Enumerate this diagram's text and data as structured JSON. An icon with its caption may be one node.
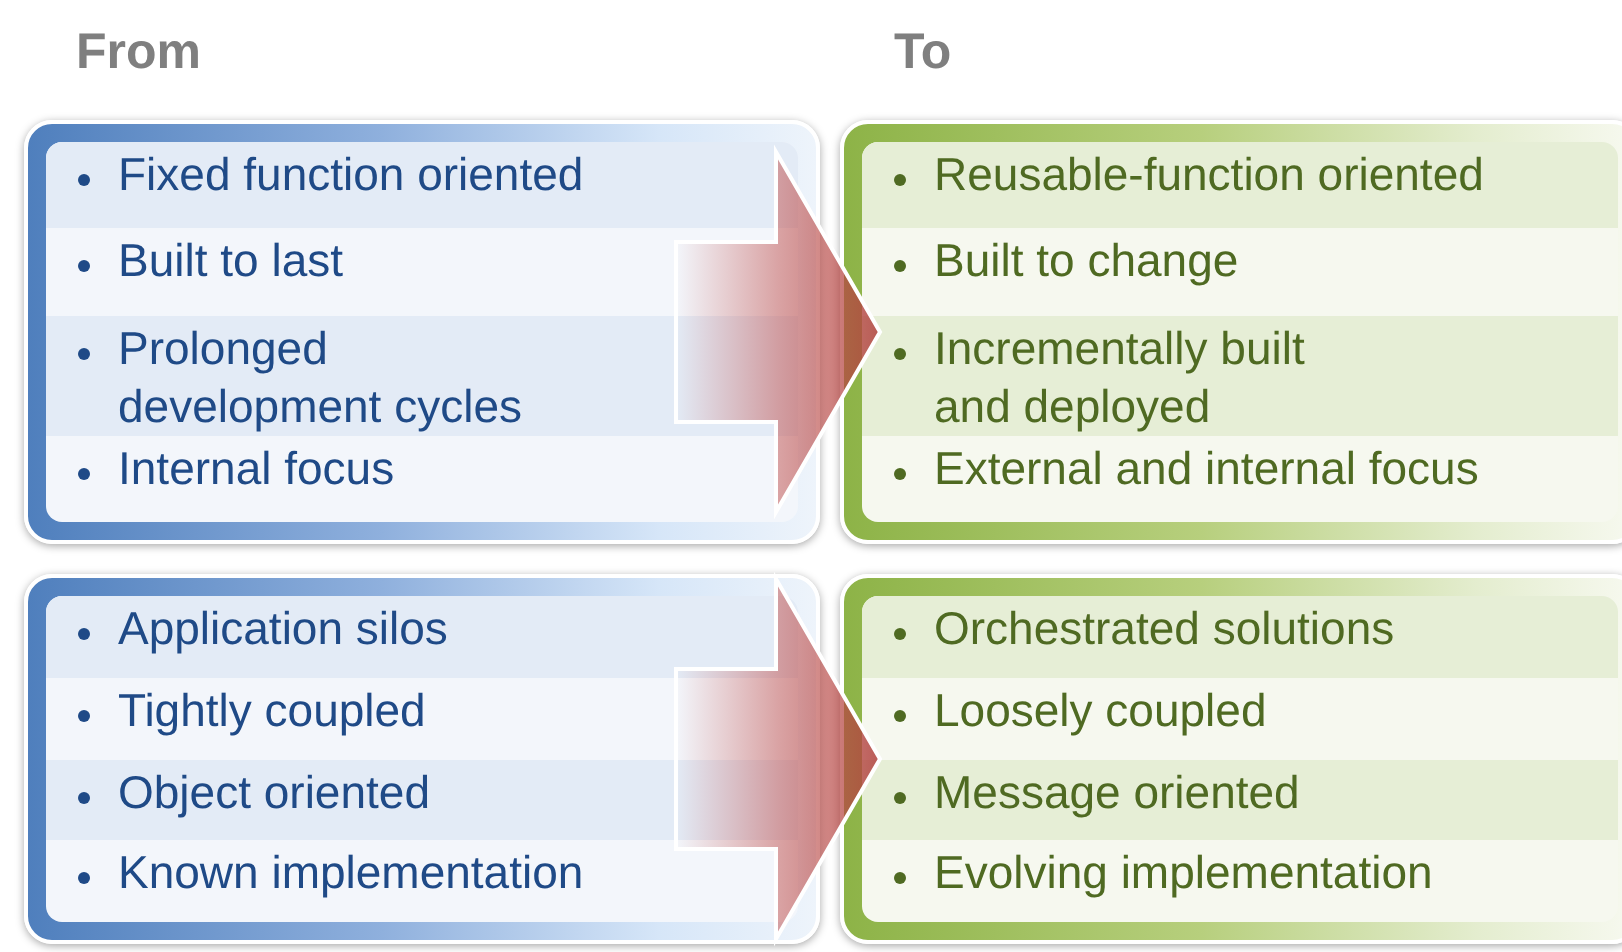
{
  "diagram": {
    "nodes": [
      {
        "text": [
          "Fixed function oriented",
          "Built to last",
          "Prolonged development cycles",
          "Internal focus"
        ]
      },
      {
        "text": [
          "Reusable-function oriented",
          "Built to change",
          "Incrementally built and deployed",
          "External and internal focus"
        ]
      },
      {
        "text": [
          "Application silos",
          "Tightly coupled",
          "Object oriented",
          "Known implementation"
        ]
      },
      {
        "text": [
          "Orchestrated solutions",
          "Loosely coupled",
          "Message oriented",
          "Evolving implementation"
        ]
      }
    ],
    "edges": [
      {
        "from": 0,
        "to": 1,
        "arrow": "to",
        "style": "thick"
      },
      {
        "from": 2,
        "to": 3,
        "arrow": "to",
        "style": "thick"
      }
    ],
    "labels": [
      "From",
      "To"
    ]
  }
}
